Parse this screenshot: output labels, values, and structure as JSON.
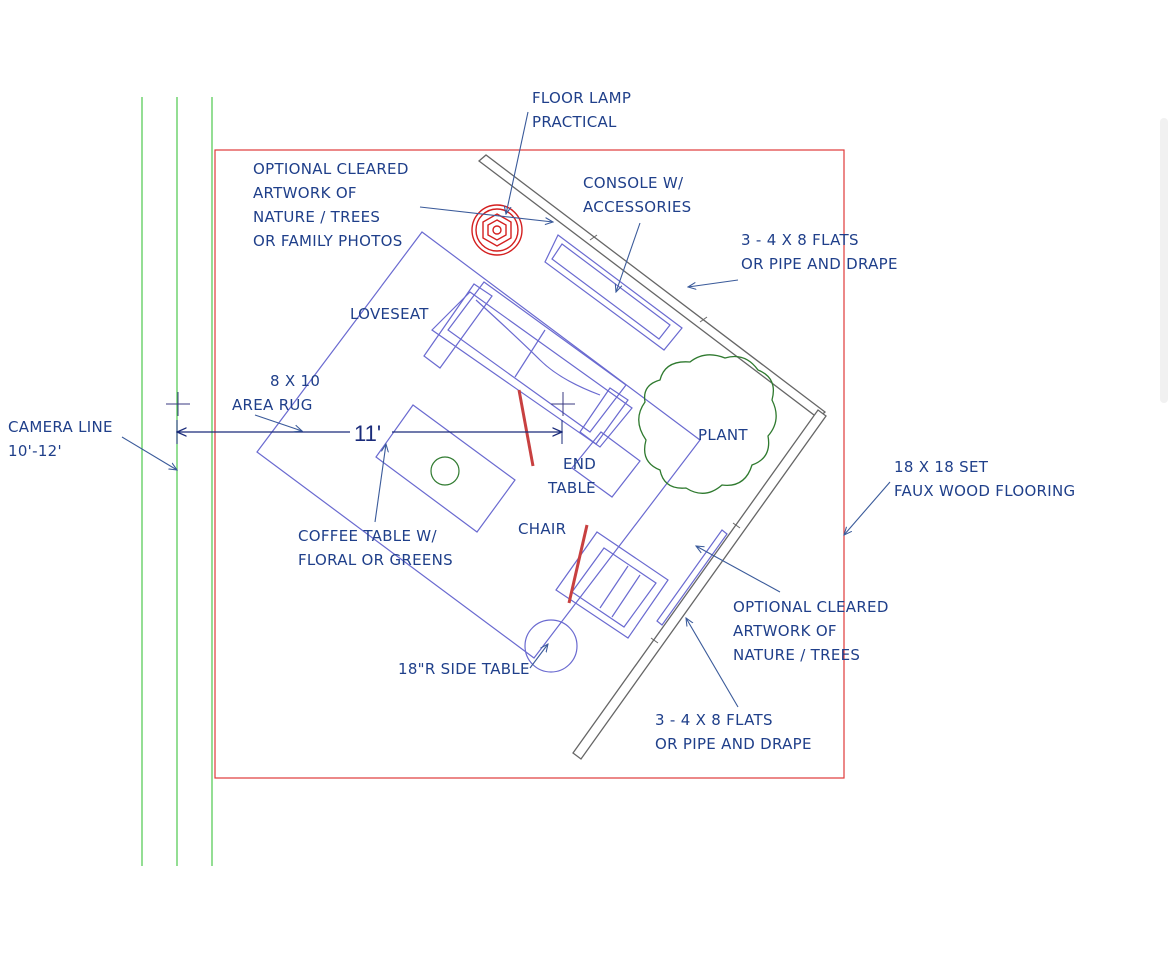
{
  "labels": {
    "floor_lamp": [
      "FLOOR LAMP",
      "PRACTICAL"
    ],
    "artwork_top": [
      "OPTIONAL CLEARED",
      "ARTWORK OF",
      "NATURE / TREES",
      "OR FAMILY PHOTOS"
    ],
    "console": [
      "CONSOLE W/",
      "ACCESSORIES"
    ],
    "flats_top": [
      "3 - 4 X 8 FLATS",
      "OR PIPE AND DRAPE"
    ],
    "loveseat": "LOVESEAT",
    "area_rug": [
      "8 X 10",
      "AREA RUG"
    ],
    "camera_line": [
      "CAMERA LINE",
      "10'-12'"
    ],
    "dimension": "11'",
    "plant": "PLANT",
    "end_table": [
      "END",
      "TABLE"
    ],
    "set": [
      "18 X 18 SET",
      "FAUX WOOD FLOORING"
    ],
    "coffee_table": [
      "COFFEE TABLE W/",
      "FLORAL OR GREENS"
    ],
    "chair": "CHAIR",
    "artwork_bottom": [
      "OPTIONAL CLEARED",
      "ARTWORK OF",
      "NATURE / TREES"
    ],
    "side_table": "18\"R SIDE TABLE",
    "flats_bottom": [
      "3 - 4 X 8 FLATS",
      "OR PIPE AND DRAPE"
    ]
  },
  "colors": {
    "set_boundary": "#e03a3a",
    "camera_lines": "#4cc94c",
    "text": "#1f3f8a",
    "furniture": "#6a6ad0",
    "plant": "#2f7a2f",
    "lamp": "#d42020",
    "walls": "#666666"
  }
}
